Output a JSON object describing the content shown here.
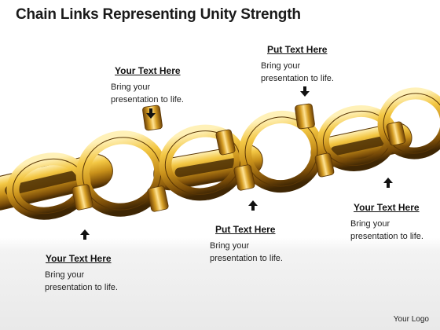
{
  "slide": {
    "title": "Chain Links Representing Unity Strength",
    "logo": "Your Logo",
    "accent_color": "#c8901a"
  },
  "callouts": [
    {
      "heading": "Your Text Here",
      "line1": "Bring your",
      "line2": "presentation to life."
    },
    {
      "heading": "Put Text Here",
      "line1": "Bring your",
      "line2": "presentation to life."
    },
    {
      "heading": "Your Text Here",
      "line1": "Bring your",
      "line2": "presentation to life."
    },
    {
      "heading": "Put Text Here",
      "line1": "Bring your",
      "line2": "presentation to life."
    },
    {
      "heading": "Your Text Here",
      "line1": "Bring your",
      "line2": "presentation to life."
    }
  ],
  "icons": {
    "arrow_down": "arrow-down-icon",
    "arrow_up": "arrow-up-icon"
  }
}
